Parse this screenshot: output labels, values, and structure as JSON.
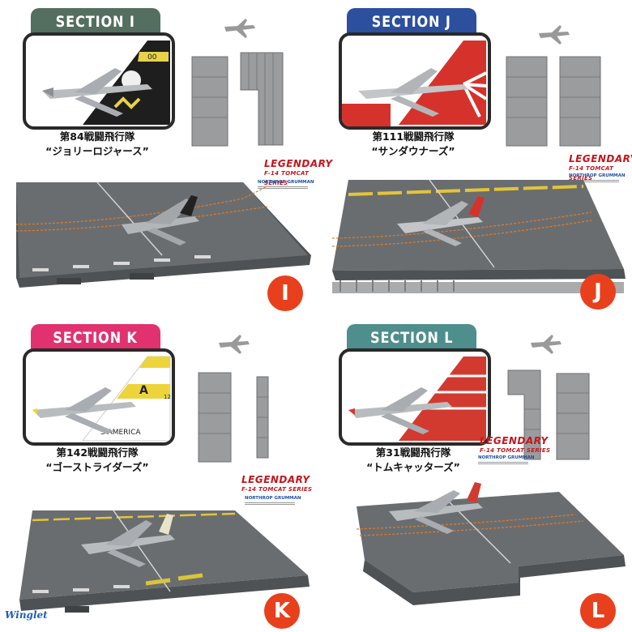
{
  "sections": [
    {
      "id": "i",
      "tab": "SECTION I",
      "color": "#546f5f",
      "squad": "第84戦闘飛行隊",
      "nick": "“ジョリーロジャース”",
      "letter": "I",
      "tail": "#1e1e1e",
      "tail2": "#e7d24a"
    },
    {
      "id": "j",
      "tab": "SECTION J",
      "color": "#2c4f9e",
      "squad": "第111戦闘飛行隊",
      "nick": "“サンダウナーズ”",
      "letter": "J",
      "tail": "#d6322c",
      "tail2": "#ffffff"
    },
    {
      "id": "k",
      "tab": "SECTION K",
      "color": "#e2316f",
      "squad": "第142戦闘飛行隊",
      "nick": "“ゴーストライダーズ”",
      "letter": "K",
      "tail": "#ecd43a",
      "tail2": "#ffffff",
      "tail_text": "S AMERICA"
    },
    {
      "id": "l",
      "tab": "SECTION L",
      "color": "#4e8e8c",
      "squad": "第31戦闘飛行隊",
      "nick": "“トムキャッターズ”",
      "letter": "L",
      "tail": "#d23a30",
      "tail2": "#ffffff"
    }
  ],
  "brand": {
    "title": "LEGENDARY",
    "subtitle": "F-14 TOMCAT SERIES",
    "partner": "NORTHROP GRUMMAN"
  },
  "footer_logo": "Winglet"
}
